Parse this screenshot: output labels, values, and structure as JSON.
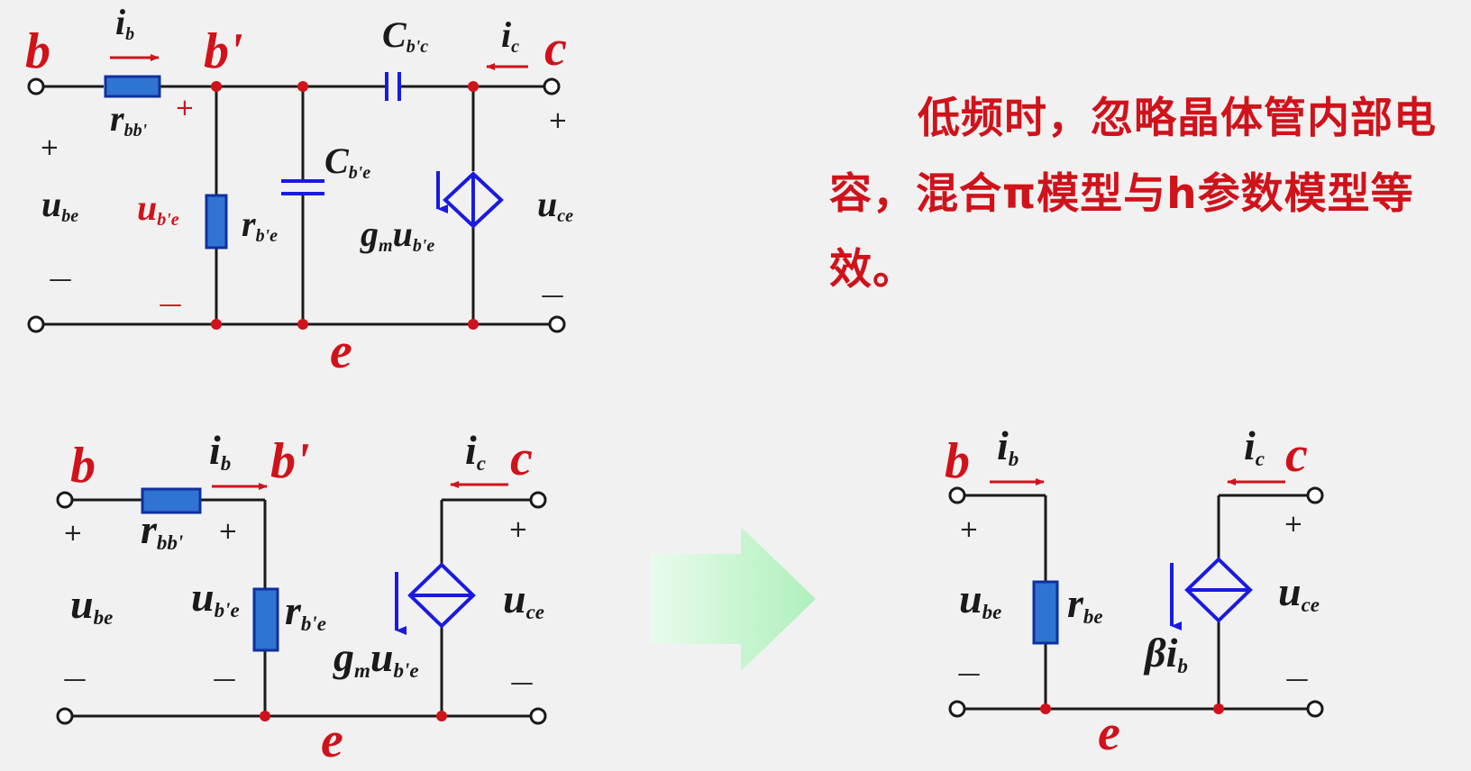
{
  "note": "低频时，忽略晶体管内部电容，混合π模型与h参数模型等效。",
  "nodes": {
    "b": "b",
    "b_prime": "b'",
    "c": "c",
    "e": "e"
  },
  "currents": {
    "ib_main": "i",
    "ib_sub": "b",
    "ic_main": "i",
    "ic_sub": "c"
  },
  "components": {
    "rbb_main": "r",
    "rbb_sub": "bb'",
    "rbe_prime_main": "r",
    "rbe_prime_sub": "b'e",
    "rbe_main": "r",
    "rbe_sub": "be",
    "cbc_main": "C",
    "cbc_sub": "b'c",
    "cbe_main": "C",
    "cbe_sub": "b'e",
    "gm_main": "g",
    "gm_sub": "m",
    "beta": "β",
    "beta_i_main": "i",
    "beta_i_sub": "b"
  },
  "voltages": {
    "ube_main": "u",
    "ube_sub": "be",
    "ube_prime_main": "u",
    "ube_prime_sub": "b'e",
    "uce_main": "u",
    "uce_sub": "ce"
  },
  "signs": {
    "plus": "+",
    "minus": "—"
  },
  "colors": {
    "wire": "#1a1a1a",
    "node_label": "#d0121b",
    "component_fill": "#2f74d0",
    "component_stroke": "#1030a0",
    "source_stroke": "#1a1ae0",
    "arrow_red": "#d0121b",
    "arrow_blue": "#1a1ae0",
    "big_arrow": "#b9f3c4"
  }
}
